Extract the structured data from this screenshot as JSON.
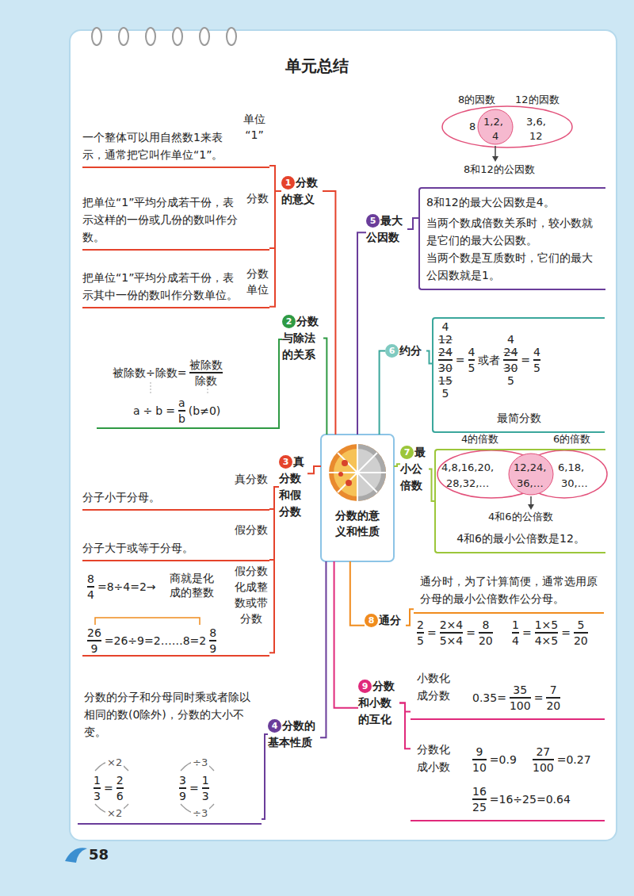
{
  "diagram": {
    "title": "单元总结",
    "nodes": [
      {
        "text": [
          "分数的意义和性质"
        ]
      },
      {
        "text": [
          "1",
          "分数的意义"
        ]
      },
      {
        "text": [
          "单位“1”",
          "一个整体可以用自然数1来表示，通常把它叫作单位“1”。"
        ]
      },
      {
        "text": [
          "分数",
          "把单位“1”平均分成若干份，表示这样的一份或几份的数叫作分数。"
        ]
      },
      {
        "text": [
          "分数单位",
          "把单位“1”平均分成若干份，表示其中一份的数叫作分数单位。"
        ]
      },
      {
        "text": [
          "2",
          "分数与除法的关系"
        ]
      },
      {
        "text": [
          "3",
          "真分数和假分数"
        ]
      },
      {
        "text": [
          "真分数",
          "分子小于分母。"
        ]
      },
      {
        "text": [
          "假分数",
          "分子大于或等于分母。"
        ]
      },
      {
        "text": [
          "假分数化成整数或带分数"
        ]
      },
      {
        "text": [
          "4",
          "分数的基本性质"
        ]
      },
      {
        "text": [
          "分数的分子和分母同时乘或者除以相同的数(0除外)，分数的大小不变。"
        ]
      },
      {
        "text": [
          "5",
          "最大公因数"
        ]
      },
      {
        "text": [
          "8和12的最大公因数是4。",
          "当两个数成倍数关系时，较小数就是它们的最大公因数。",
          "当两个数是互质数时，它们的最大公因数就是1。"
        ]
      },
      {
        "text": [
          "6",
          "约分"
        ]
      },
      {
        "text": [
          "最简分数"
        ]
      },
      {
        "text": [
          "7",
          "最小公倍数"
        ]
      },
      {
        "text": [
          "4和6的最小公倍数是12。"
        ]
      },
      {
        "text": [
          "8",
          "通分"
        ]
      },
      {
        "text": [
          "通分时，为了计算简便，通常选用原分母的最小公倍数作公分母。"
        ]
      },
      {
        "text": [
          "9",
          "分数和小数的互化"
        ]
      },
      {
        "text": [
          "小数化成分数"
        ]
      },
      {
        "text": [
          "分数化成小数"
        ]
      }
    ],
    "edges": [
      {
        "from": 0,
        "to": 1,
        "arrow": "none"
      },
      {
        "from": 1,
        "to": 2,
        "arrow": "none"
      },
      {
        "from": 1,
        "to": 3,
        "arrow": "none"
      },
      {
        "from": 1,
        "to": 4,
        "arrow": "none"
      },
      {
        "from": 0,
        "to": 5,
        "arrow": "none"
      },
      {
        "from": 0,
        "to": 6,
        "arrow": "none"
      },
      {
        "from": 6,
        "to": 7,
        "arrow": "none"
      },
      {
        "from": 6,
        "to": 8,
        "arrow": "none"
      },
      {
        "from": 6,
        "to": 9,
        "arrow": "none"
      },
      {
        "from": 0,
        "to": 10,
        "arrow": "none"
      },
      {
        "from": 10,
        "to": 11,
        "arrow": "none"
      },
      {
        "from": 0,
        "to": 12,
        "arrow": "none"
      },
      {
        "from": 12,
        "to": 13,
        "arrow": "none"
      },
      {
        "from": 0,
        "to": 14,
        "arrow": "none"
      },
      {
        "from": 14,
        "to": 15,
        "arrow": "none"
      },
      {
        "from": 0,
        "to": 16,
        "arrow": "none"
      },
      {
        "from": 16,
        "to": 17,
        "arrow": "none"
      },
      {
        "from": 0,
        "to": 18,
        "arrow": "none"
      },
      {
        "from": 18,
        "to": 19,
        "arrow": "none"
      },
      {
        "from": 0,
        "to": 20,
        "arrow": "none"
      },
      {
        "from": 20,
        "to": 21,
        "arrow": "none"
      },
      {
        "from": 20,
        "to": 22,
        "arrow": "none"
      }
    ],
    "labels": [
      "8的因数",
      "12的因数",
      "8",
      "1,2,",
      "4",
      "3,6,",
      "12",
      "8和12的公因数",
      "被除数÷除数=",
      "被除数",
      "除数",
      "a",
      "÷",
      "b",
      "=",
      "a",
      "b",
      "(b≠0)",
      "4",
      "12",
      "24",
      "30",
      "15",
      "5",
      "=",
      "4",
      "5",
      "或者",
      "4",
      "24",
      "30",
      "5",
      "=",
      "4",
      "5",
      "4的倍数",
      "6的倍数",
      "4,8,16,20,",
      "28,32,…",
      "12,24,",
      "36,…",
      "6,18,",
      "30,…",
      "4和6的公倍数",
      "8",
      "4",
      "=8÷4=2→",
      "商就是化成的整数",
      "26",
      "9",
      "=26÷9=2……8=2",
      "8",
      "9",
      "2",
      "5",
      "=",
      "2×4",
      "5×4",
      "=",
      "8",
      "20",
      "1",
      "4",
      "=",
      "1×5",
      "4×5",
      "=",
      "5",
      "20",
      "×2",
      "1",
      "3",
      "=",
      "2",
      "6",
      "×2",
      "÷3",
      "3",
      "9",
      "=",
      "1",
      "3",
      "÷3",
      "0.35=",
      "35",
      "100",
      "=",
      "7",
      "20",
      "9",
      "10",
      "=0.9",
      "27",
      "100",
      "=0.27",
      "16",
      "25",
      "=16÷25=0.64",
      "58"
    ]
  }
}
